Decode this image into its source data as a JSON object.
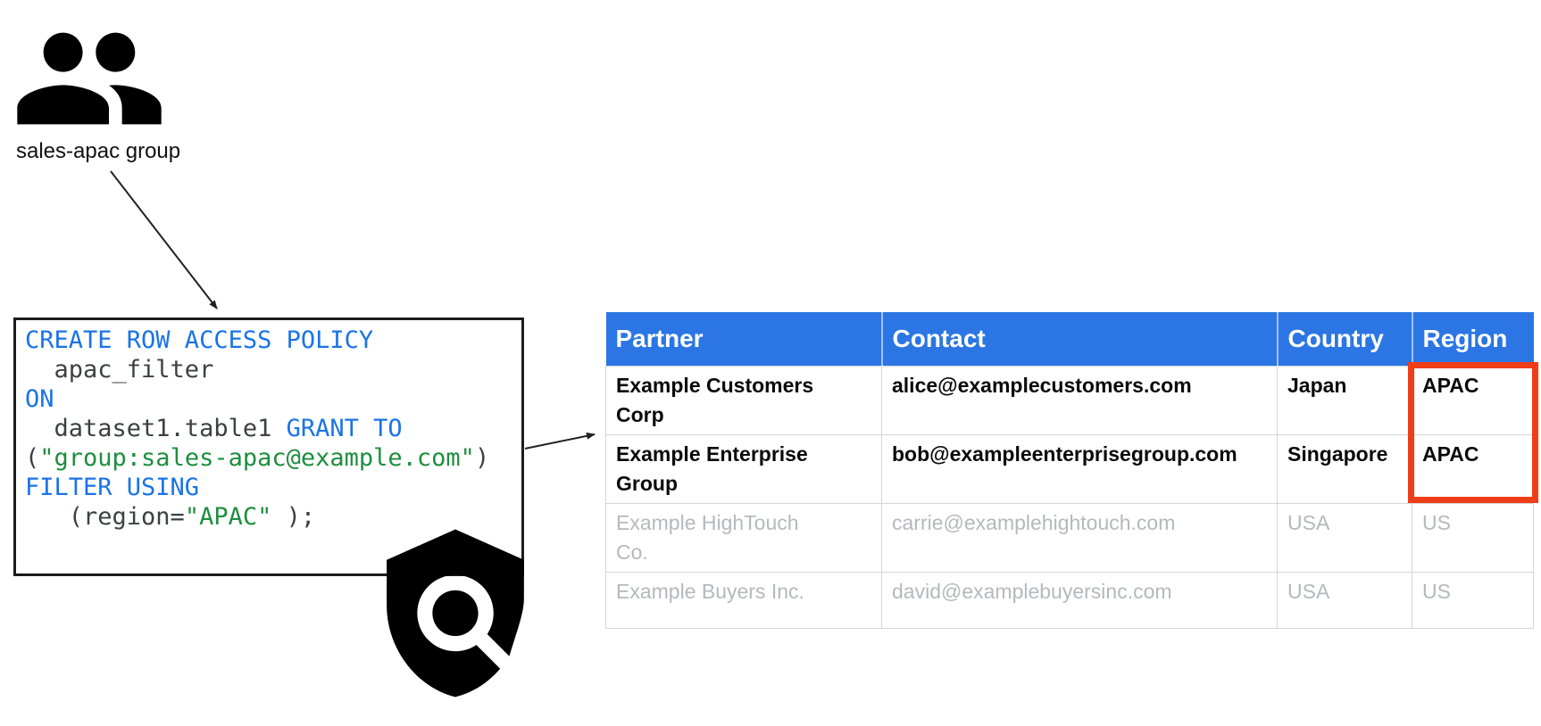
{
  "group": {
    "label": "sales-apac group"
  },
  "code_box": {
    "lines": [
      [
        {
          "t": "kw",
          "text": "CREATE ROW ACCESS POLICY"
        }
      ],
      [
        {
          "t": "pl",
          "text": "  apac_filter"
        }
      ],
      [
        {
          "t": "kw",
          "text": "ON"
        }
      ],
      [
        {
          "t": "pl",
          "text": "  dataset1.table1 "
        },
        {
          "t": "kw",
          "text": "GRANT TO"
        }
      ],
      [
        {
          "t": "pl",
          "text": "("
        },
        {
          "t": "str",
          "text": "\"group:sales-apac@example.com\""
        },
        {
          "t": "pl",
          "text": ")"
        }
      ],
      [
        {
          "t": "kw",
          "text": "FILTER USING"
        }
      ],
      [
        {
          "t": "pl",
          "text": "   (region="
        },
        {
          "t": "str",
          "text": "\"APAC\""
        },
        {
          "t": "pl",
          "text": " );"
        }
      ]
    ]
  },
  "table": {
    "headers": [
      "Partner",
      "Contact",
      "Country",
      "Region"
    ],
    "rows": [
      {
        "muted": false,
        "cells": [
          "Example Customers Corp",
          "alice@examplecustomers.com",
          "Japan",
          "APAC"
        ]
      },
      {
        "muted": false,
        "cells": [
          "Example Enterprise Group",
          "bob@exampleenterprisegroup.com",
          "Singapore",
          "APAC"
        ]
      },
      {
        "muted": true,
        "cells": [
          "Example HighTouch Co.",
          "carrie@examplehightouch.com",
          "USA",
          "US"
        ]
      },
      {
        "muted": true,
        "cells": [
          "Example Buyers Inc.",
          "david@examplebuyersinc.com",
          "USA",
          "US"
        ]
      }
    ]
  },
  "icons": {
    "group_icon": "group-icon",
    "shield_icon": "policy-shield-search-icon"
  },
  "colors": {
    "header_bg": "#2b76e4",
    "keyword_blue": "#1a73e8",
    "string_green": "#1e8e3e",
    "code_plain": "#3c4043",
    "muted_text": "#b4b9be",
    "highlight_red": "#ee3d17",
    "grid_line": "#d5d5d5",
    "icon_black": "#000000",
    "arrow_black": "#212121"
  }
}
